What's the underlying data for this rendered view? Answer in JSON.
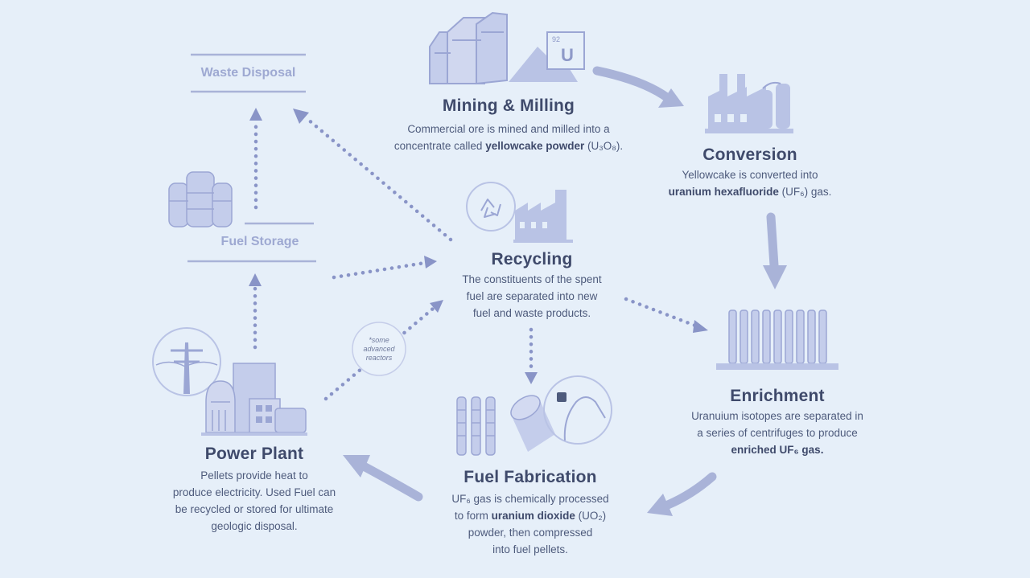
{
  "stages": {
    "mining": {
      "title": "Mining & Milling",
      "desc_1": "Commercial ore is mined and milled into a",
      "desc_2a": "concentrate called ",
      "desc_2b": "yellowcake powder",
      "desc_2c": " (U₃O₈).",
      "element_number": "92",
      "element_symbol": "U"
    },
    "conversion": {
      "title": "Conversion",
      "desc_1": "Yellowcake is converted into",
      "desc_2a": "uranium hexafluoride",
      "desc_2b": " (UF₆) gas."
    },
    "enrichment": {
      "title": "Enrichment",
      "desc_1": "Uranuium isotopes are separated in",
      "desc_2": "a series of centrifuges to produce",
      "desc_3": "enriched UF₆ gas."
    },
    "fabrication": {
      "title": "Fuel Fabrication",
      "desc_1a": "UF₆ gas is chemically processed",
      "desc_2a": "to form ",
      "desc_2b": "uranium dioxide",
      "desc_2c": " (UO₂)",
      "desc_3": "powder, then compressed",
      "desc_4": "into fuel pellets."
    },
    "power": {
      "title": "Power Plant",
      "desc_1": "Pellets provide heat to",
      "desc_2": "produce electricity. Used Fuel can",
      "desc_3": "be recycled or stored for ultimate",
      "desc_4": "geologic disposal."
    },
    "recycling": {
      "title": "Recycling",
      "desc_1": "The constituents of the spent",
      "desc_2": "fuel are separated into new",
      "desc_3": "fuel and waste products."
    }
  },
  "storage": {
    "waste_label": "Waste Disposal",
    "fuel_label": "Fuel Storage"
  },
  "note": {
    "line_1": "*some",
    "line_2": "advanced",
    "line_3": "reactors"
  },
  "colors": {
    "background": "#e6eff9",
    "icon_fill": "#b9c3e5",
    "arrow_solid": "#a9b3d8",
    "arrow_dotted": "#8994c7",
    "title_text": "#3f4a6b",
    "body_text": "#4e5b7c"
  }
}
